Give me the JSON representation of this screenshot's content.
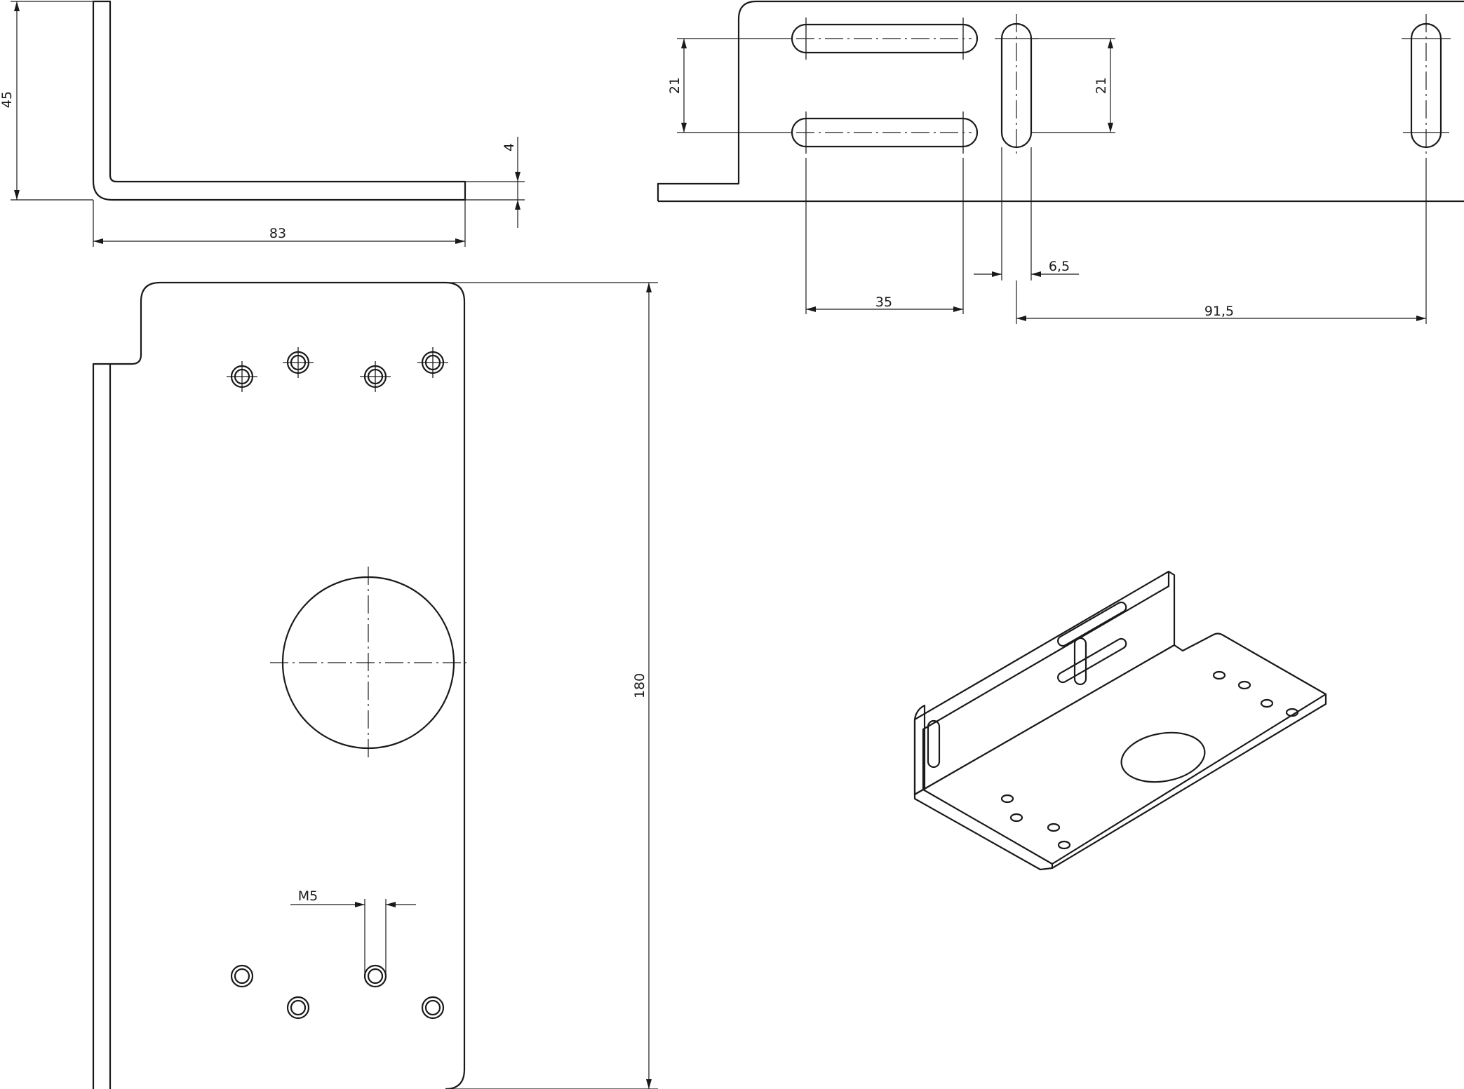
{
  "dimensions": {
    "height_45": "45",
    "thickness_4": "4",
    "depth_83": "83",
    "length_180": "180",
    "slot_spacing_left": "21",
    "slot_spacing_right": "21",
    "slot_width": "6,5",
    "slot_length": "35",
    "slot_distance": "91,5",
    "thread": "M5"
  },
  "colors": {
    "line": "#1a1a1a",
    "background": "#ffffff"
  }
}
